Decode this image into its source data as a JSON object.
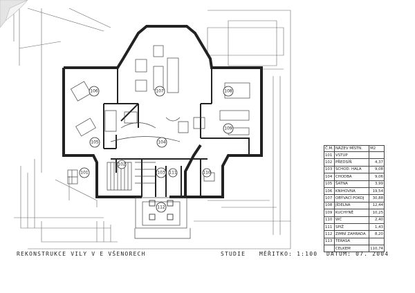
{
  "title_block": {
    "project": "REKONSTRUKCE VILY V E VŠENORECH",
    "stage": "STUDIE",
    "scale": "MĚŘITKO: 1:100",
    "date": "DATUM: 07. 2004"
  },
  "room_table": {
    "headers": [
      "Č.M.",
      "NÁZEV MÍSTN.",
      "M2"
    ],
    "rows": [
      {
        "num": "101",
        "name": "VSTUP",
        "area": ""
      },
      {
        "num": "102",
        "name": "PŘEDSÍŇ",
        "area": "4,37"
      },
      {
        "num": "103",
        "name": "SCHOD. HALA",
        "area": "9,08"
      },
      {
        "num": "104",
        "name": "CHODBA",
        "area": "9,06"
      },
      {
        "num": "105",
        "name": "ŠATNA",
        "area": "3,99"
      },
      {
        "num": "106",
        "name": "KNIHOVNA",
        "area": "19,54"
      },
      {
        "num": "107",
        "name": "OBÝVACÍ POKOJ",
        "area": "30,88"
      },
      {
        "num": "108",
        "name": "JÍDELNA",
        "area": "12,44"
      },
      {
        "num": "109",
        "name": "KUCHYNĚ",
        "area": "10,25"
      },
      {
        "num": "110",
        "name": "WC",
        "area": "2,40"
      },
      {
        "num": "111",
        "name": "SPIŽ",
        "area": "1,43"
      },
      {
        "num": "112",
        "name": "ZIMNÍ ZAHRADA",
        "area": "8,20"
      },
      {
        "num": "113",
        "name": "TERASA",
        "area": ""
      },
      {
        "num": "",
        "name": "CELKEM",
        "area": "110,74"
      }
    ]
  },
  "room_labels": [
    "101",
    "102",
    "103",
    "104",
    "105",
    "106",
    "107",
    "108",
    "109",
    "110",
    "111",
    "112"
  ],
  "colors": {
    "ink": "#222222",
    "paper": "#ffffff"
  }
}
